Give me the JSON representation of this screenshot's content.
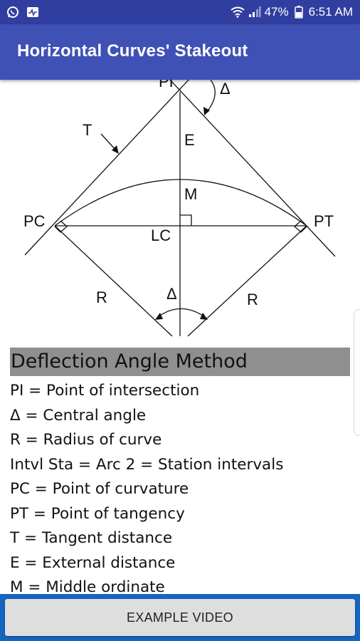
{
  "status_bar": {
    "battery": "47%",
    "time": "6:51 AM",
    "icons": [
      "whatsapp-icon",
      "activity-icon",
      "wifi-icon",
      "signal-icon",
      "battery-icon"
    ]
  },
  "app_bar": {
    "title": "Horizontal Curves' Stakeout"
  },
  "diagram": {
    "labels": {
      "pi": "PI",
      "delta_top": "Δ",
      "t": "T",
      "e": "E",
      "m": "M",
      "pc": "PC",
      "pt": "PT",
      "lc": "LC",
      "r_left": "R",
      "r_right": "R",
      "delta_bottom": "Δ"
    }
  },
  "section": {
    "heading": "Deflection Angle Method"
  },
  "definitions": [
    "PI = Point of intersection",
    "Δ = Central angle",
    "R = Radius of curve",
    "Intvl Sta = Arc 2 = Station intervals",
    "PC = Point of curvature",
    "PT = Point of tangency",
    "T = Tangent distance",
    "E = External distance",
    "M = Middle ordinate"
  ],
  "footer": {
    "button_label": "EXAMPLE VIDEO"
  },
  "colors": {
    "status_bar": "#303F9F",
    "app_bar": "#3F51B5",
    "bottom_bar": "#1565C0",
    "heading_bg": "#8f8f8f"
  }
}
